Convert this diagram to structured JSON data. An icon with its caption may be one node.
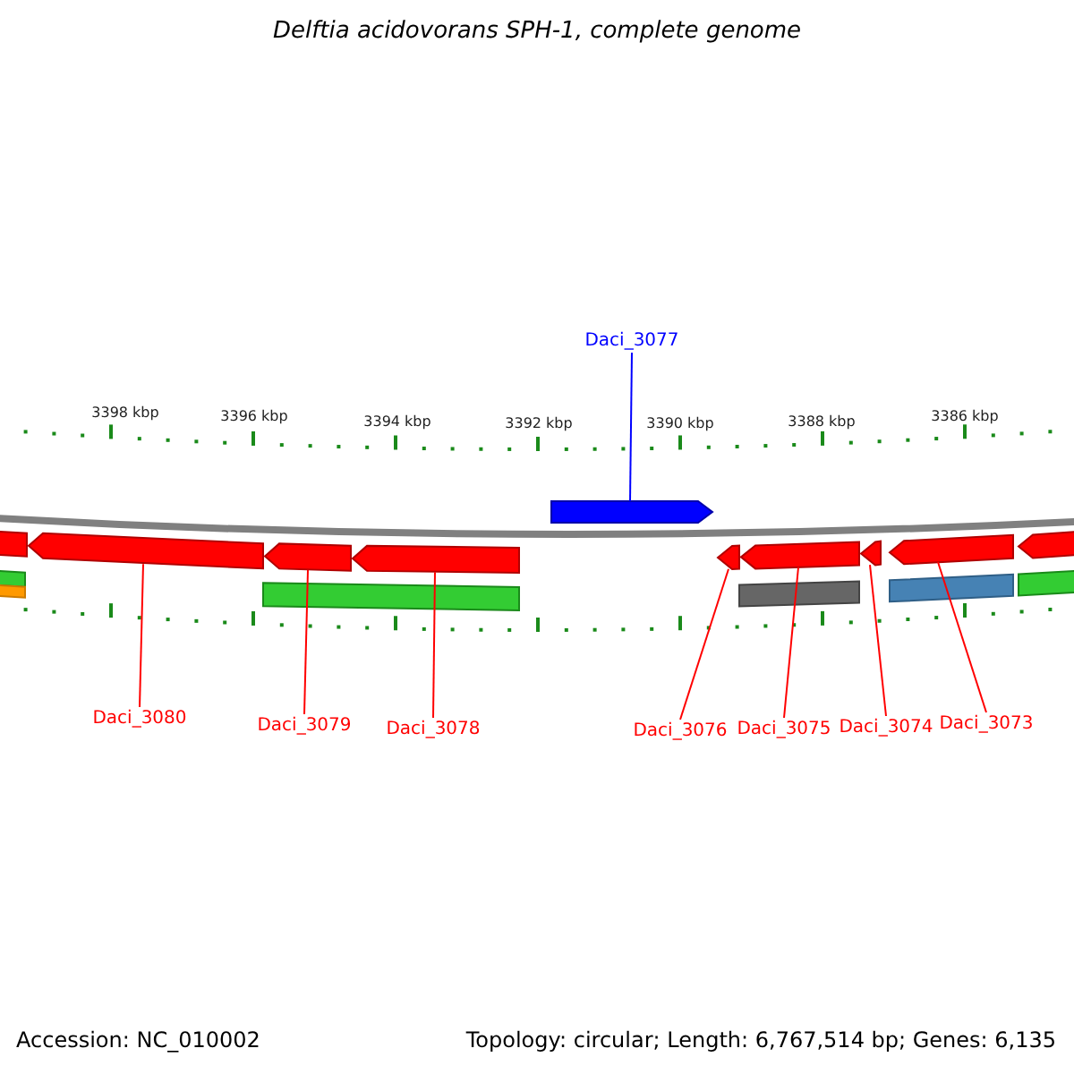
{
  "diagram": {
    "title": "Delftia acidovorans SPH-1, complete genome",
    "nodes": [
      {
        "text": [
          "Daci_3077"
        ]
      },
      {
        "text": [],
        "shape": "arrow"
      },
      {
        "text": [],
        "shape": "arrow"
      },
      {
        "text": [],
        "shape": "arrow"
      },
      {
        "text": [],
        "shape": "arrow"
      },
      {
        "text": [],
        "shape": "arrow"
      },
      {
        "text": [],
        "shape": "arrow"
      },
      {
        "text": [],
        "shape": "arrow"
      },
      {
        "text": [],
        "shape": "arrow"
      },
      {
        "text": [
          "Daci_3080"
        ]
      },
      {
        "text": [
          "Daci_3079"
        ]
      },
      {
        "text": [
          "Daci_3078"
        ]
      },
      {
        "text": [
          "Daci_3076"
        ]
      },
      {
        "text": [
          "Daci_3075"
        ]
      },
      {
        "text": [
          "Daci_3074"
        ]
      },
      {
        "text": [
          "Daci_3073"
        ]
      },
      {
        "text": [],
        "shape": "bar"
      },
      {
        "text": [],
        "shape": "arrow"
      },
      {
        "text": [],
        "shape": "bar"
      },
      {
        "text": [],
        "shape": "bar"
      },
      {
        "text": [],
        "shape": "bar"
      },
      {
        "text": [],
        "shape": "bar"
      },
      {
        "text": [],
        "shape": "bar"
      },
      {
        "text": [],
        "shape": "bar"
      }
    ],
    "edges": [
      {
        "from": 0,
        "to": 1,
        "arrow": "none",
        "color": "#0000ff"
      },
      {
        "from": 9,
        "to": 2,
        "arrow": "none"
      },
      {
        "from": 10,
        "to": 3,
        "arrow": "none"
      },
      {
        "from": 11,
        "to": 4,
        "arrow": "none"
      },
      {
        "from": 12,
        "to": 5,
        "arrow": "none"
      },
      {
        "from": 13,
        "to": 6,
        "arrow": "none"
      },
      {
        "from": 14,
        "to": 7,
        "arrow": "none"
      },
      {
        "from": 15,
        "to": 8,
        "arrow": "none"
      }
    ],
    "labels": [
      "3398 kbp",
      "3396 kbp",
      "3394 kbp",
      "3392 kbp",
      "3390 kbp",
      "3388 kbp",
      "3386 kbp",
      "Accession: NC_010002",
      "Topology: circular; Length: 6,767,514 bp; Genes: 6,135"
    ]
  }
}
